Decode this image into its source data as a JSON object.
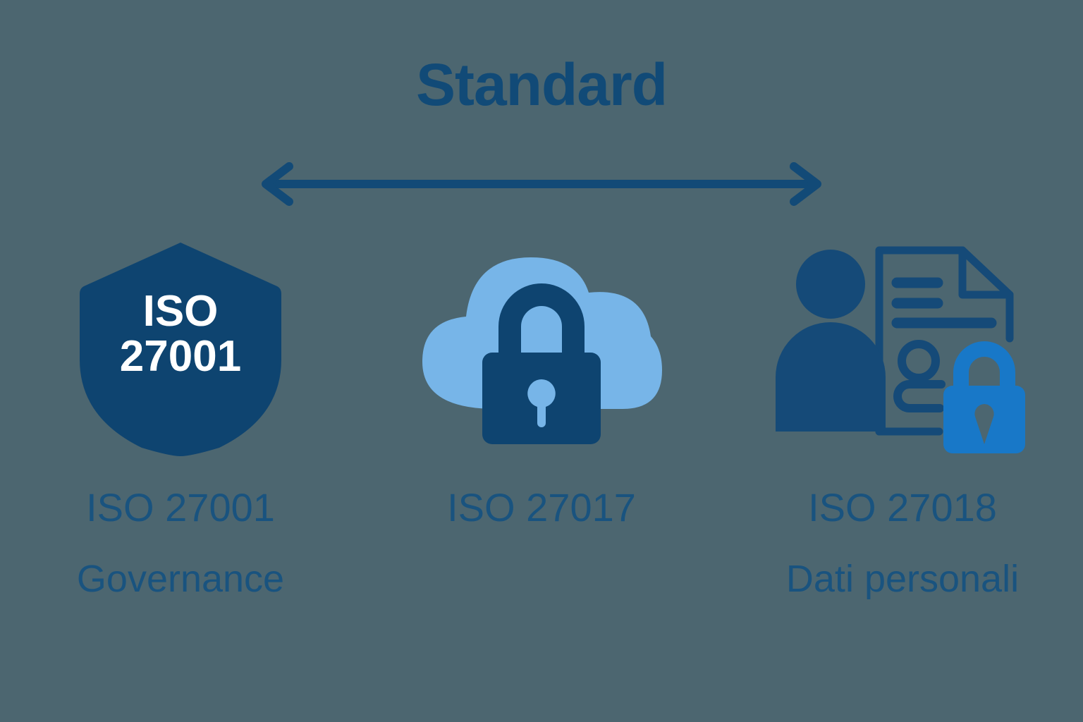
{
  "header": {
    "title": "Standard"
  },
  "arrow": {
    "name": "double-headed-arrow",
    "direction": "bidirectional",
    "color": "#124a77"
  },
  "colors": {
    "background": "#4c6670",
    "navy": "#114a77",
    "navy_dark": "#0d3d63",
    "label_blue": "#19537f",
    "cloud_blue": "#77b5e8",
    "bright_blue": "#1878c8",
    "white": "#ffffff"
  },
  "columns": [
    {
      "icon": "shield-iso-27001-icon",
      "shield": {
        "line1": "ISO",
        "line2": "27001"
      },
      "label": "ISO 27001",
      "sublabel": "Governance"
    },
    {
      "icon": "cloud-lock-icon",
      "label": "ISO 27017",
      "sublabel": ""
    },
    {
      "icon": "person-document-lock-icon",
      "label": "ISO 27018",
      "sublabel": "Dati personali"
    }
  ]
}
